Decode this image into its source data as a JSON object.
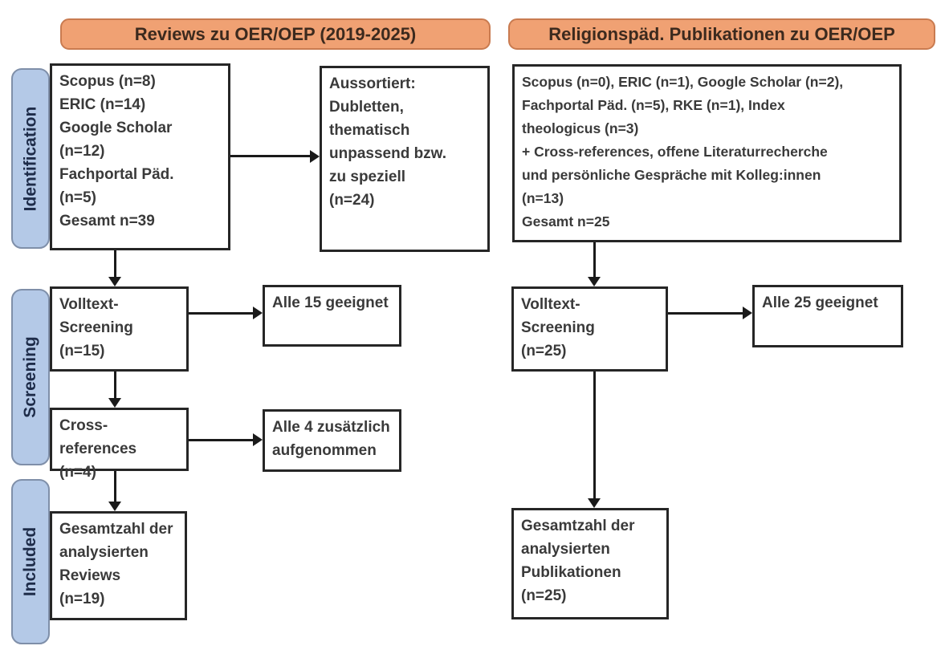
{
  "headers": {
    "left": "Reviews zu OER/OEP (2019-2025)",
    "right": "Religionspäd. Publikationen zu OER/OEP"
  },
  "stages": {
    "identification": "Identification",
    "screening": "Screening",
    "included": "Included"
  },
  "boxes": {
    "left_sources": "Scopus (n=8)\nERIC (n=14)\nGoogle Scholar\n(n=12)\nFachportal Päd.\n(n=5)\nGesamt n=39",
    "left_aussortiert": "Aussortiert:\nDubletten,\nthematisch\nunpassend bzw.\nzu speziell\n(n=24)",
    "left_volltext": "Volltext-\nScreening\n(n=15)",
    "left_alle15": "Alle 15 geeignet",
    "left_crossref": "Cross-references\n(n=4)",
    "left_alle4": "Alle 4 zusätzlich\naufgenommen",
    "left_included": "Gesamtzahl der\nanalysierten\nReviews\n(n=19)",
    "right_sources": "Scopus (n=0), ERIC (n=1), Google Scholar (n=2),\nFachportal Päd. (n=5), RKE (n=1), Index\ntheologicus (n=3)\n+ Cross-references, offene Literaturrecherche\nund persönliche Gespräche mit Kolleg:innen\n(n=13)\nGesamt n=25",
    "right_volltext": "Volltext-\nScreening\n(n=25)",
    "right_alle25": "Alle 25 geeignet",
    "right_included": "Gesamtzahl der\nanalysierten\nPublikationen\n(n=25)"
  },
  "colors": {
    "header_fill": "#F0A173",
    "header_border": "#C97B50",
    "header_text": "#3C2A1E",
    "stage_fill": "#B4C9E7",
    "stage_border": "#7F8FA9",
    "stage_text": "#1E2C49",
    "box_border": "#262626",
    "box_text": "#3A3A3A",
    "arrow": "#1A1A1A",
    "bg": "#FFFFFF"
  }
}
